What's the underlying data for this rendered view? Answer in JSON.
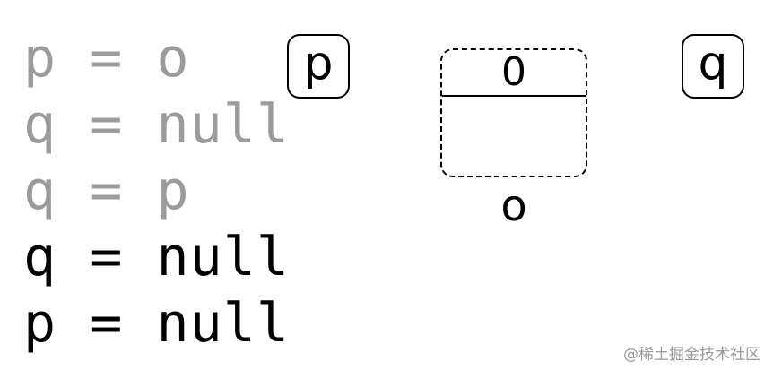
{
  "code": {
    "lines": [
      {
        "text": "p = o",
        "state": "faded"
      },
      {
        "text": "q = null",
        "state": "faded"
      },
      {
        "text": "q = p",
        "state": "faded"
      },
      {
        "text": "q = null",
        "state": "active"
      },
      {
        "text": "p = null",
        "state": "active"
      }
    ]
  },
  "variables": {
    "p": {
      "label": "p"
    },
    "q": {
      "label": "q"
    }
  },
  "object": {
    "ref_count": "0",
    "label": "o"
  },
  "watermark": "@稀土掘金技术社区",
  "colors": {
    "faded_text": "#9b9b9b",
    "active_text": "#000000"
  }
}
